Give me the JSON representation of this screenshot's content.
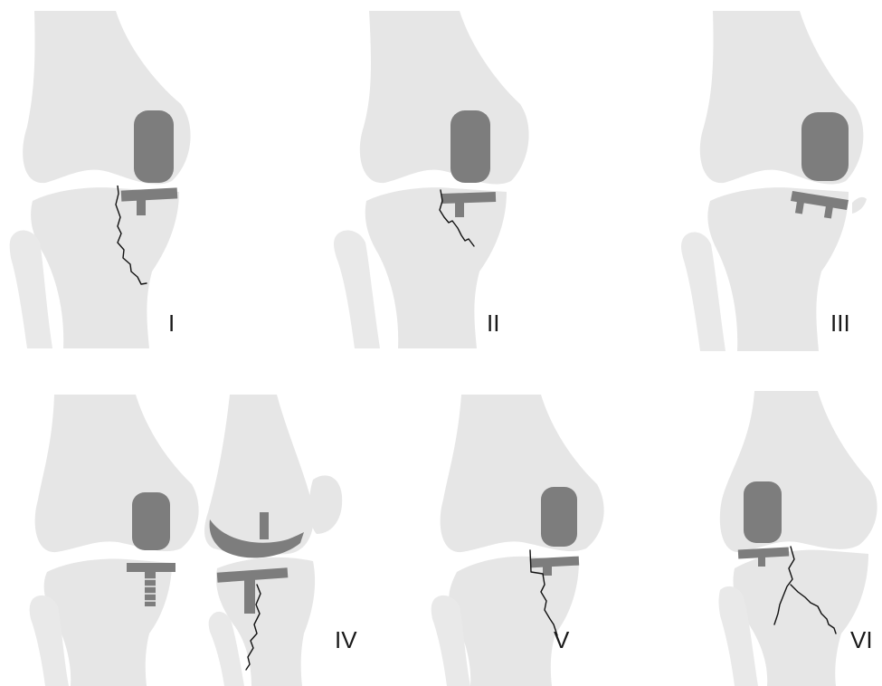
{
  "figure": {
    "panels": [
      {
        "id": "I",
        "label": "I"
      },
      {
        "id": "II",
        "label": "II"
      },
      {
        "id": "III",
        "label": "III"
      },
      {
        "id": "IV",
        "label": "IV"
      },
      {
        "id": "V",
        "label": "V"
      },
      {
        "id": "VI",
        "label": "VI"
      }
    ]
  },
  "colors": {
    "bone": "#e6e6e6",
    "implant": "#7d7d7d",
    "fracture_line": "#111111",
    "background": "#ffffff"
  }
}
